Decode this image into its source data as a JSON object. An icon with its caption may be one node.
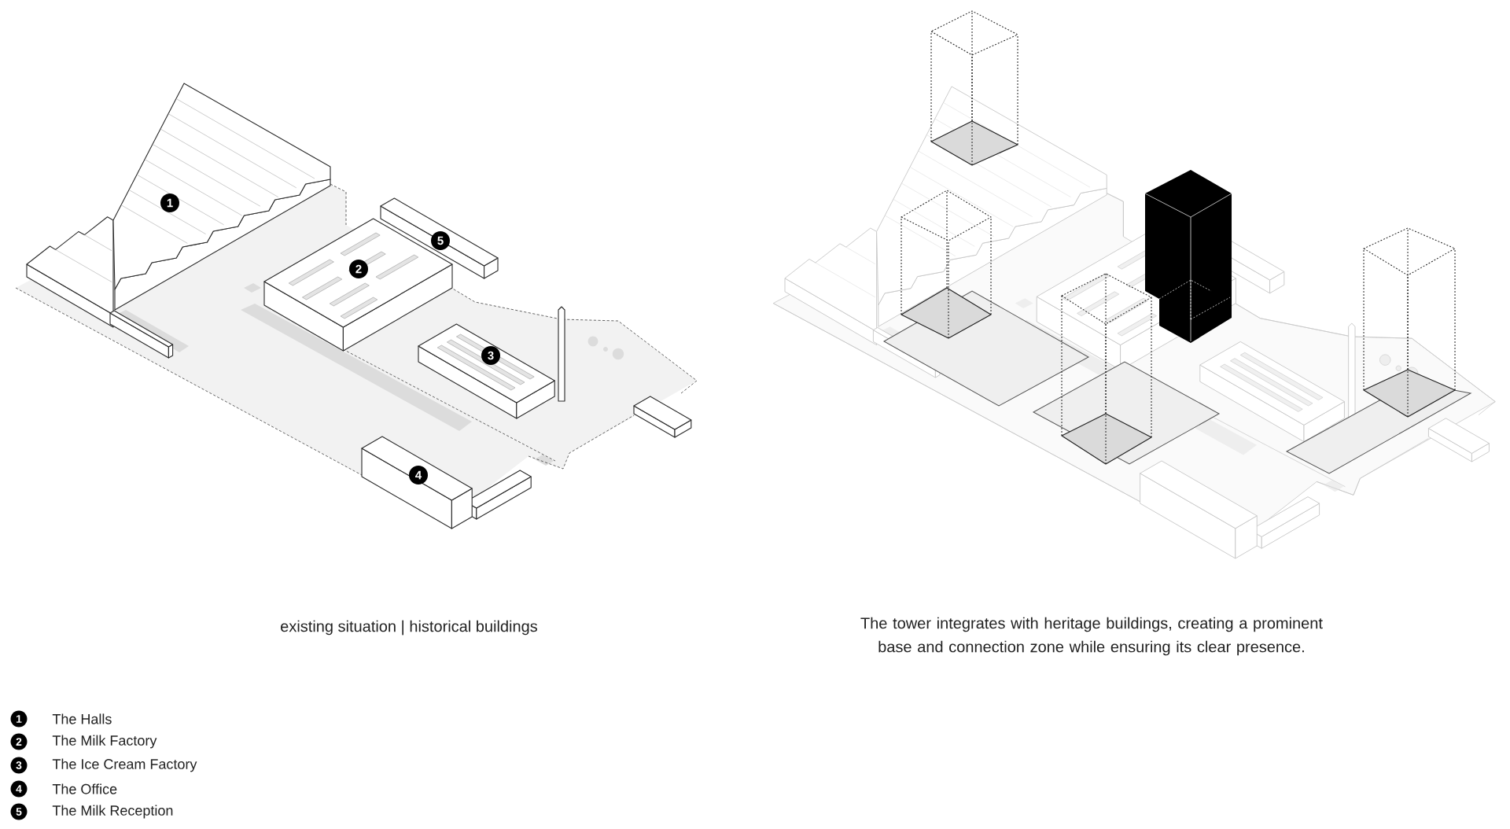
{
  "diagram": {
    "nodes": [
      {
        "text": [
          "1"
        ]
      },
      {
        "text": [
          "5"
        ]
      },
      {
        "text": [
          "2"
        ]
      },
      {
        "text": [
          "3"
        ]
      },
      {
        "text": [
          "4"
        ]
      },
      {
        "text": [
          "1"
        ],
        "beside": [
          "The Halls"
        ]
      },
      {
        "text": [
          "2"
        ],
        "beside": [
          "The Milk Factory"
        ]
      },
      {
        "text": [
          "3"
        ],
        "beside": [
          "The Ice Cream Factory"
        ]
      },
      {
        "text": [
          "4"
        ],
        "beside": [
          "The Office"
        ]
      },
      {
        "text": [
          "5"
        ],
        "beside": [
          "The Milk Reception"
        ]
      }
    ],
    "labels": [
      "existing situation | historical buildings",
      "The tower integrates with heritage buildings, creating a prominent base and connection zone while ensuring its clear presence."
    ]
  }
}
